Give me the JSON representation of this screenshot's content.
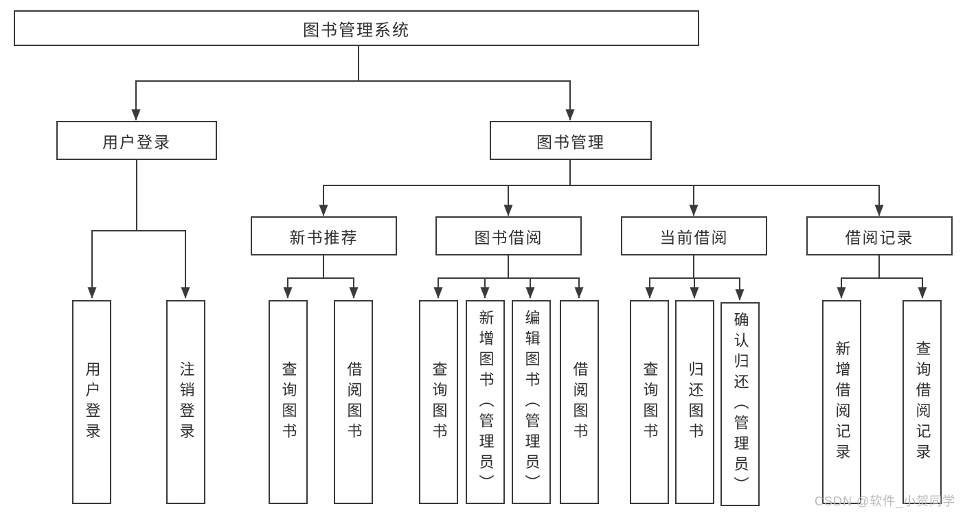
{
  "diagram": {
    "root": "图书管理系统",
    "branches": {
      "login": {
        "label": "用户登录",
        "children": [
          "用户登录",
          "注销登录"
        ]
      },
      "management": {
        "label": "图书管理",
        "sections": [
          {
            "label": "新书推荐",
            "children": [
              "查询图书",
              "借阅图书"
            ]
          },
          {
            "label": "图书借阅",
            "children": [
              "查询图书",
              "新增图书（管理员）",
              "编辑图书（管理员）",
              "借阅图书"
            ]
          },
          {
            "label": "当前借阅",
            "children": [
              "查询图书",
              "归还图书",
              "确认归还（管理员）"
            ]
          },
          {
            "label": "借阅记录",
            "children": [
              "新增借阅记录",
              "查询借阅记录"
            ]
          }
        ]
      }
    }
  },
  "watermark": "CSDN @软件_小贺同学",
  "colors": {
    "line": "#3a3a3a",
    "text": "#2d2d2d",
    "background": "#ffffff",
    "watermark": "#b9b9b9"
  }
}
